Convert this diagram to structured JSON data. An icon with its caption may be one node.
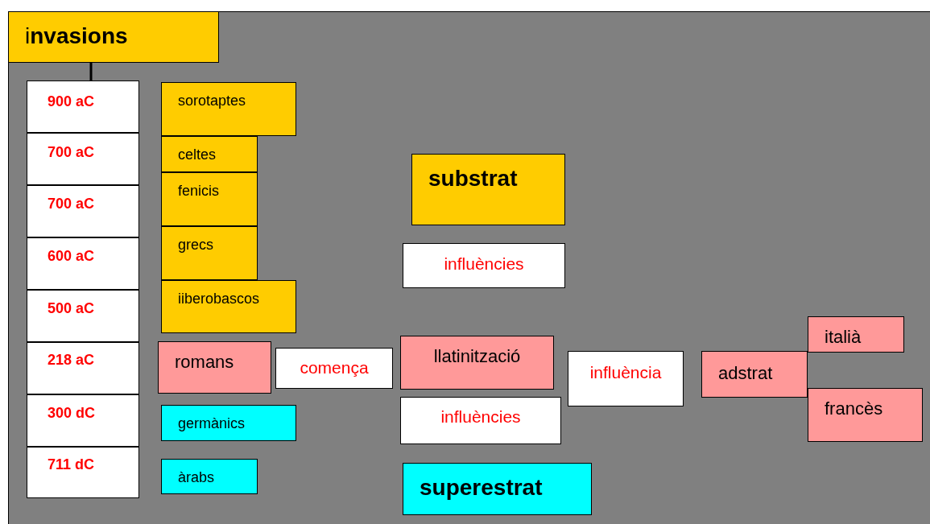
{
  "diagram": {
    "nodes": [
      {
        "text": [
          "i**nvasions**"
        ]
      },
      {
        "text": [
          "900 aC"
        ]
      },
      {
        "text": [
          "700 aC"
        ]
      },
      {
        "text": [
          "700 aC"
        ]
      },
      {
        "text": [
          "600 aC"
        ]
      },
      {
        "text": [
          "500 aC"
        ]
      },
      {
        "text": [
          "218 aC"
        ]
      },
      {
        "text": [
          "300 dC"
        ]
      },
      {
        "text": [
          "711 dC"
        ]
      },
      {
        "text": [
          "sorotaptes"
        ]
      },
      {
        "text": [
          "celtes"
        ]
      },
      {
        "text": [
          "fenicis"
        ]
      },
      {
        "text": [
          "grecs"
        ]
      },
      {
        "text": [
          "iiberobascos"
        ]
      },
      {
        "text": [
          "romans"
        ]
      },
      {
        "text": [
          "comença"
        ]
      },
      {
        "text": [
          "germànics"
        ]
      },
      {
        "text": [
          "àrabs"
        ]
      },
      {
        "text": [
          "substrat"
        ]
      },
      {
        "text": [
          "influències"
        ]
      },
      {
        "text": [
          "llatinització"
        ]
      },
      {
        "text": [
          "influències"
        ]
      },
      {
        "text": [
          "superestrat"
        ]
      },
      {
        "text": [
          "influència"
        ]
      },
      {
        "text": [
          "adstrat"
        ]
      },
      {
        "text": [
          "italià"
        ]
      },
      {
        "text": [
          "francès"
        ]
      }
    ],
    "edges": [
      {
        "from": 0,
        "to": 1,
        "arrow": "none"
      }
    ]
  }
}
